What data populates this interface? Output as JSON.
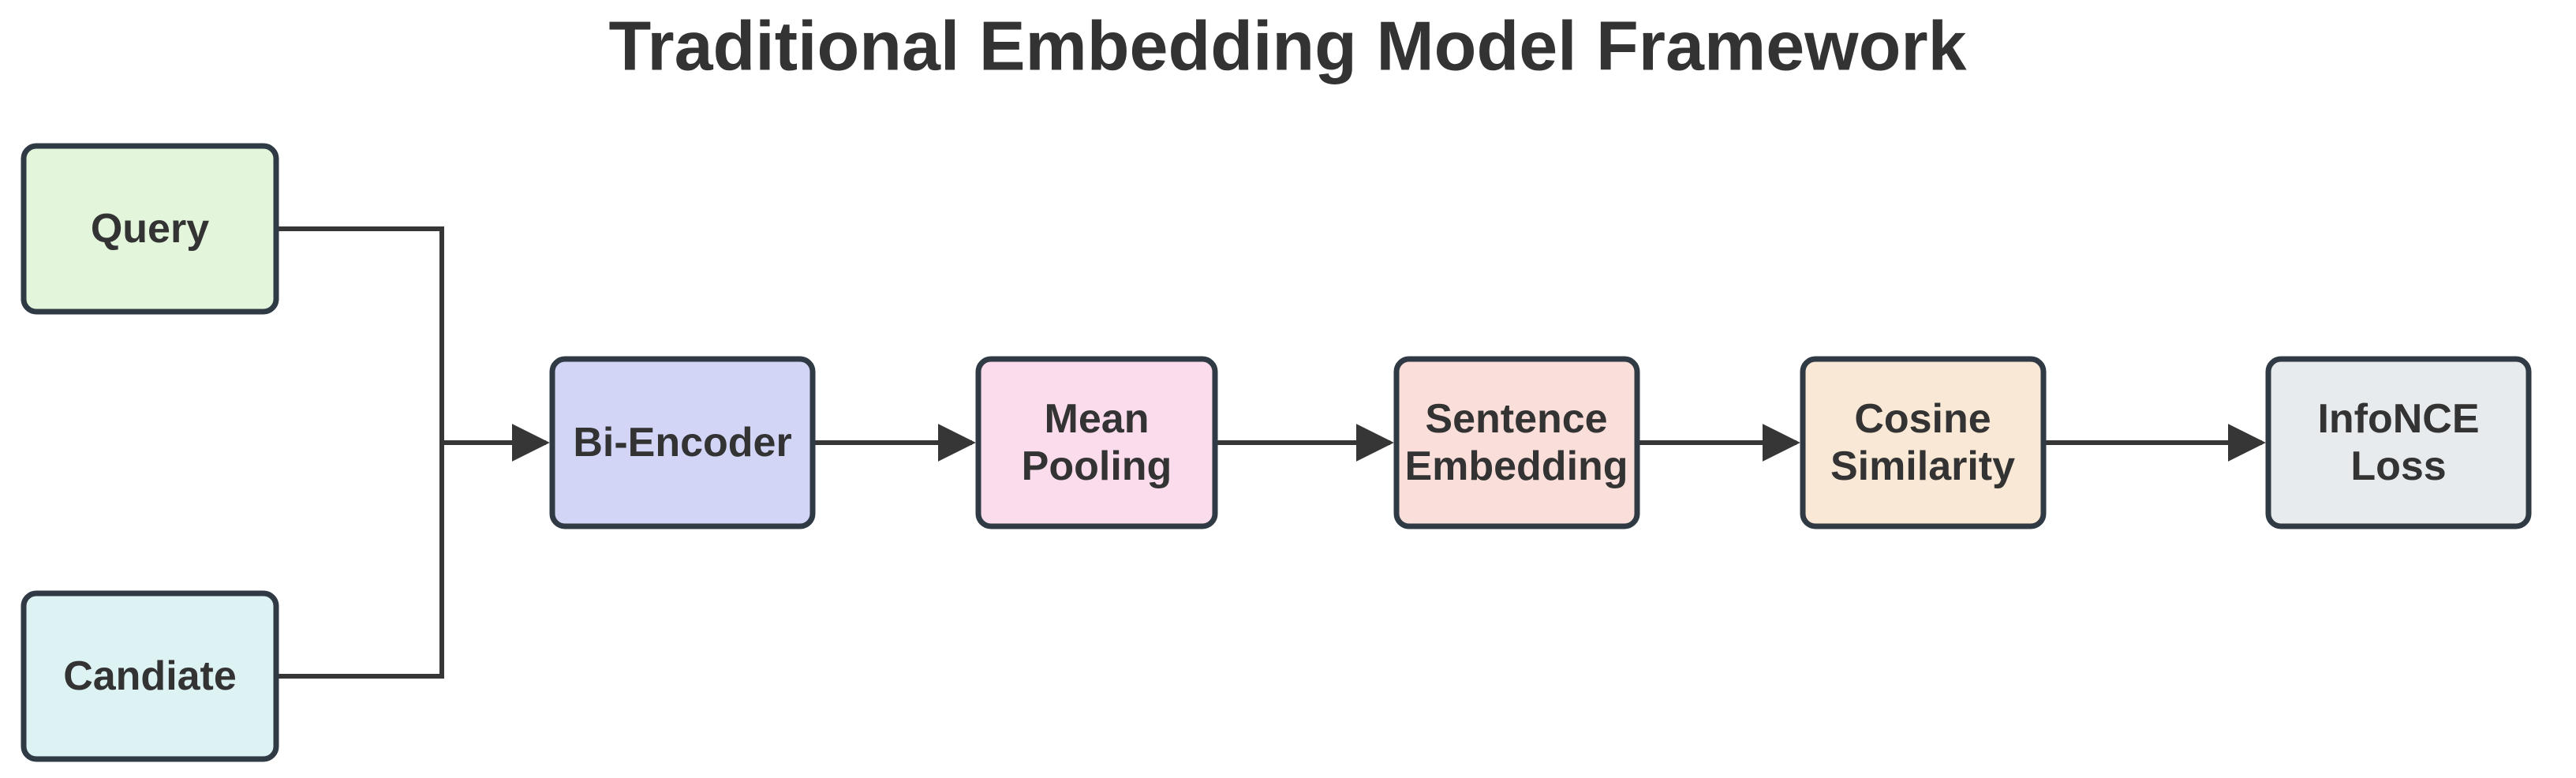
{
  "diagram": {
    "title": "Traditional Embedding Model Framework",
    "colors": {
      "line": "#363636",
      "border": "#2F3A44",
      "text": "#333333",
      "background": "#FFFFFF"
    },
    "nodes": [
      {
        "id": "query",
        "label": "Query",
        "lines": [
          "Query"
        ],
        "fill": "#E3F5DB"
      },
      {
        "id": "candidate",
        "label": "Candiate",
        "lines": [
          "Candiate"
        ],
        "fill": "#DCF2F3"
      },
      {
        "id": "bi_encoder",
        "label": "Bi-Encoder",
        "lines": [
          "Bi-Encoder"
        ],
        "fill": "#D3D5F7"
      },
      {
        "id": "mean_pooling",
        "label": "Mean Pooling",
        "lines": [
          "Mean",
          "Pooling"
        ],
        "fill": "#FADCEC"
      },
      {
        "id": "sentence_embedding",
        "label": "Sentence Embedding",
        "lines": [
          "Sentence",
          "Embedding"
        ],
        "fill": "#F9DED9"
      },
      {
        "id": "cosine_similarity",
        "label": "Cosine Similarity",
        "lines": [
          "Cosine",
          "Similarity"
        ],
        "fill": "#FAE8D6"
      },
      {
        "id": "infonce_loss",
        "label": "InfoNCE Loss",
        "lines": [
          "InfoNCE",
          "Loss"
        ],
        "fill": "#E8EBED"
      }
    ],
    "edges": [
      {
        "from": "query",
        "to": "bi_encoder"
      },
      {
        "from": "candidate",
        "to": "bi_encoder"
      },
      {
        "from": "bi_encoder",
        "to": "mean_pooling"
      },
      {
        "from": "mean_pooling",
        "to": "sentence_embedding"
      },
      {
        "from": "sentence_embedding",
        "to": "cosine_similarity"
      },
      {
        "from": "cosine_similarity",
        "to": "infonce_loss"
      }
    ]
  }
}
